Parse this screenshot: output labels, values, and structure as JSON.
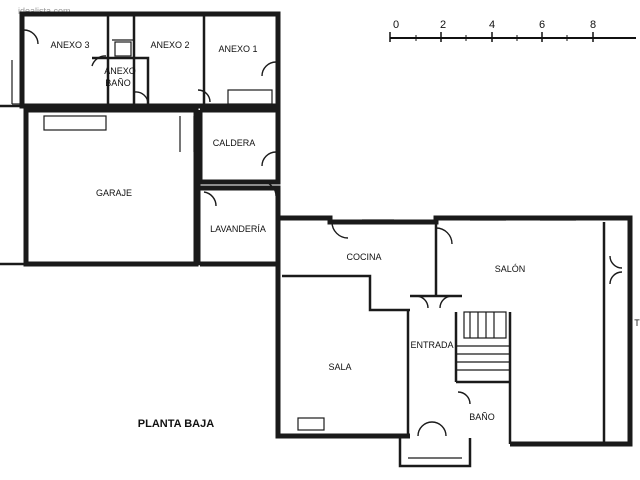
{
  "watermark": "idealista.com",
  "floor_title": "PLANTA BAJA",
  "scale": {
    "ticks": [
      "0",
      "2",
      "4",
      "6",
      "8"
    ]
  },
  "rooms": {
    "anexo3": "ANEXO 3",
    "anexo2": "ANEXO 2",
    "anexo1": "ANEXO 1",
    "anexo_bano_line1": "ANEXO",
    "anexo_bano_line2": "BAÑO",
    "caldera": "CALDERA",
    "garaje": "GARAJE",
    "lavanderia": "LAVANDERÍA",
    "cocina": "COCINA",
    "salon": "SALÓN",
    "sala": "SALA",
    "entrada": "ENTRADA",
    "bano": "BAÑO",
    "partial_right": "TE"
  }
}
